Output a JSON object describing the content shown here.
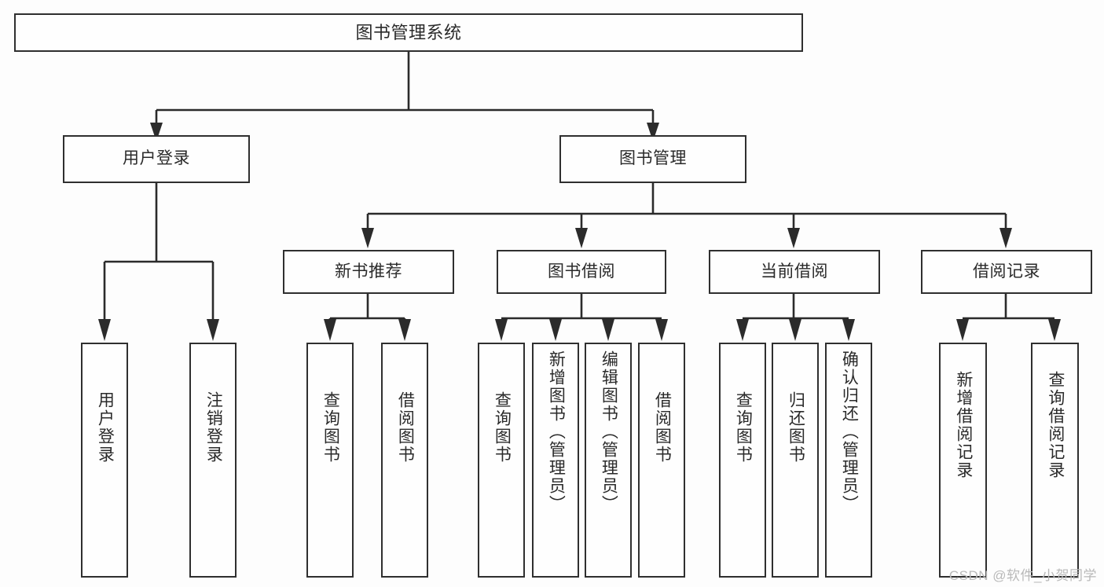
{
  "diagram": {
    "title": "图书管理系统",
    "type": "功能结构图",
    "background_color": "#fdfdfd",
    "line_color": "#2b2b2b",
    "box_border_color": "#2f2f2f",
    "text_color": "#2a2a2a"
  },
  "root": {
    "label": "图书管理系统"
  },
  "level2": [
    {
      "id": "user-login",
      "label": "用户登录"
    },
    {
      "id": "book-management",
      "label": "图书管理"
    }
  ],
  "level3": [
    {
      "id": "new-book-recommend",
      "label": "新书推荐"
    },
    {
      "id": "book-borrow",
      "label": "图书借阅"
    },
    {
      "id": "current-borrow",
      "label": "当前借阅"
    },
    {
      "id": "borrow-record",
      "label": "借阅记录"
    }
  ],
  "leaves": {
    "user_login": [
      {
        "id": "leaf-user-login",
        "label": "用户登录"
      },
      {
        "id": "leaf-logout",
        "label": "注销登录"
      }
    ],
    "new_book_recommend": [
      {
        "id": "leaf-query-book-1",
        "label": "查询图书"
      },
      {
        "id": "leaf-borrow-book-1",
        "label": "借阅图书"
      }
    ],
    "book_borrow": [
      {
        "id": "leaf-query-book-2",
        "label": "查询图书"
      },
      {
        "id": "leaf-add-book",
        "label": "新增图书（管理员）"
      },
      {
        "id": "leaf-edit-book",
        "label": "编辑图书（管理员）"
      },
      {
        "id": "leaf-borrow-book-2",
        "label": "借阅图书"
      }
    ],
    "current_borrow": [
      {
        "id": "leaf-query-book-3",
        "label": "查询图书"
      },
      {
        "id": "leaf-return-book",
        "label": "归还图书"
      },
      {
        "id": "leaf-confirm-return",
        "label": "确认归还（管理员）"
      }
    ],
    "borrow_record": [
      {
        "id": "leaf-add-record",
        "label": "新增借阅记录"
      },
      {
        "id": "leaf-query-record",
        "label": "查询借阅记录"
      }
    ]
  },
  "watermark": {
    "text": "CSDN @软件_小贺同学"
  }
}
